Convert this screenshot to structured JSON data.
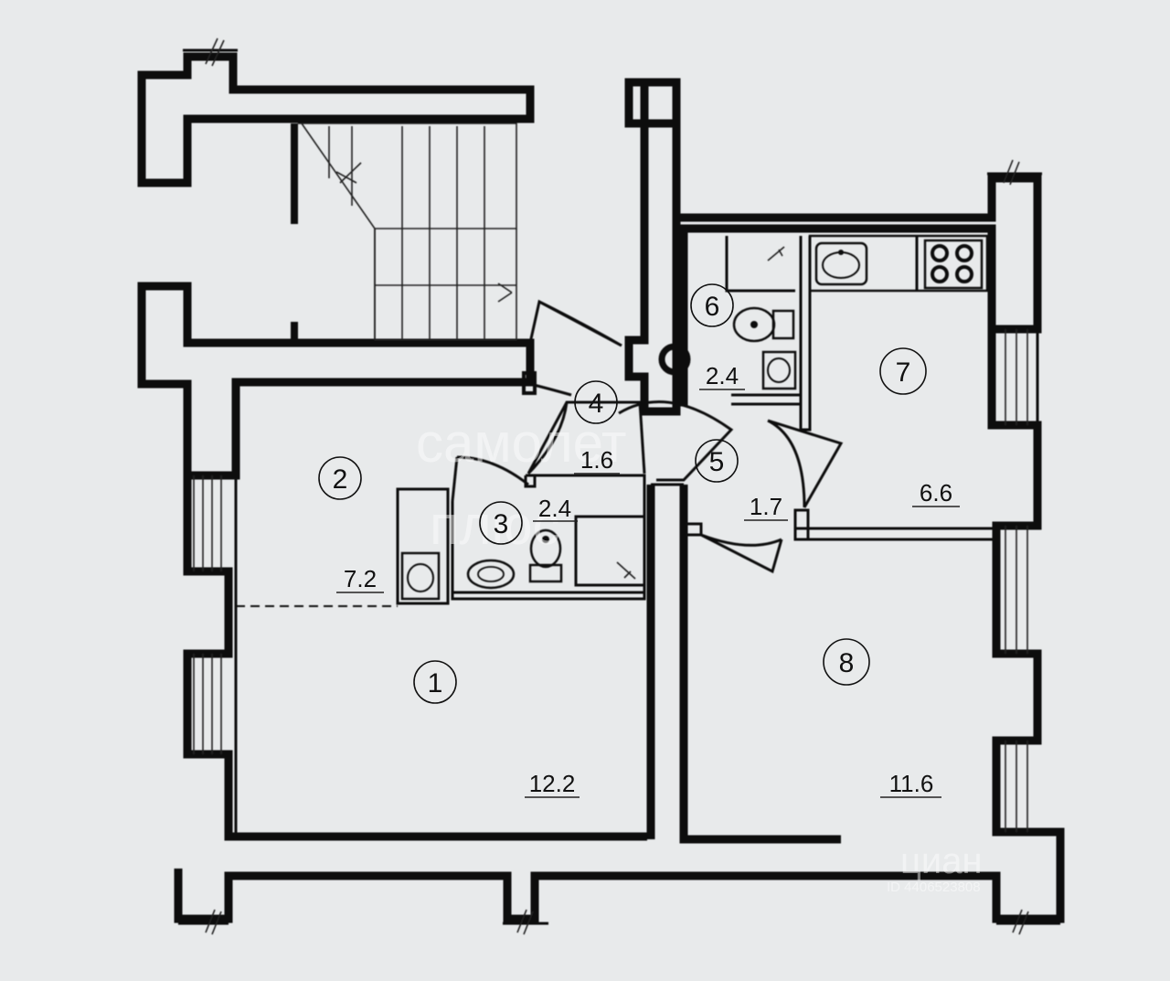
{
  "rooms": [
    {
      "number": "1",
      "area": "12.2"
    },
    {
      "number": "2",
      "area": "7.2"
    },
    {
      "number": "3",
      "area": "2.4"
    },
    {
      "number": "4",
      "area": "1.6"
    },
    {
      "number": "5",
      "area": "1.7"
    },
    {
      "number": "6",
      "area": "2.4"
    },
    {
      "number": "7",
      "area": "6.6"
    },
    {
      "number": "8",
      "area": "11.6"
    }
  ],
  "watermark": {
    "brand_line1": "самолет",
    "brand_line2": "плюс",
    "source": "циан",
    "id_text": "ID 4406523808"
  }
}
